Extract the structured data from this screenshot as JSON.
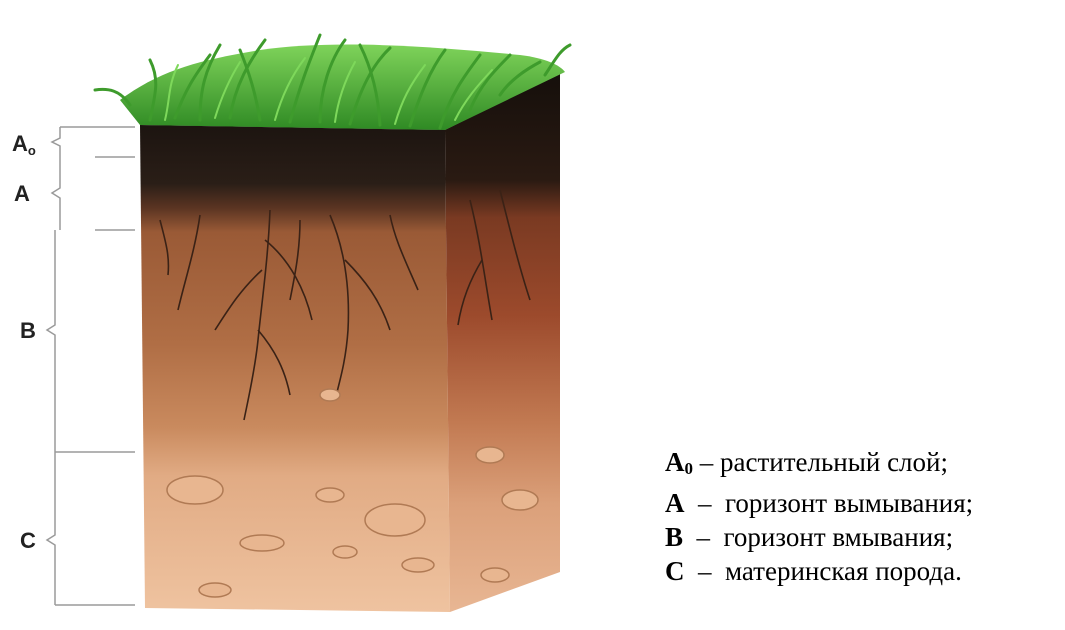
{
  "horizons": [
    {
      "key": "A",
      "sub": "0",
      "diagram_sub": "o",
      "sep": " – ",
      "text": "растительный слой;"
    },
    {
      "key": "A",
      "sub": "",
      "diagram_sub": "",
      "sep": "  –  ",
      "text": "горизонт вымывания;"
    },
    {
      "key": "B",
      "sub": "",
      "diagram_sub": "",
      "sep": "  –  ",
      "text": "горизонт вмывания;"
    },
    {
      "key": "C",
      "sub": "",
      "diagram_sub": "",
      "sep": "  –  ",
      "text": "материнская порода."
    }
  ],
  "colors": {
    "grass": "#4caf3a",
    "grass_dark": "#2e7d22",
    "humus": "#231a14",
    "illuvial": "#a4623a",
    "parent": "#e6b38f"
  }
}
